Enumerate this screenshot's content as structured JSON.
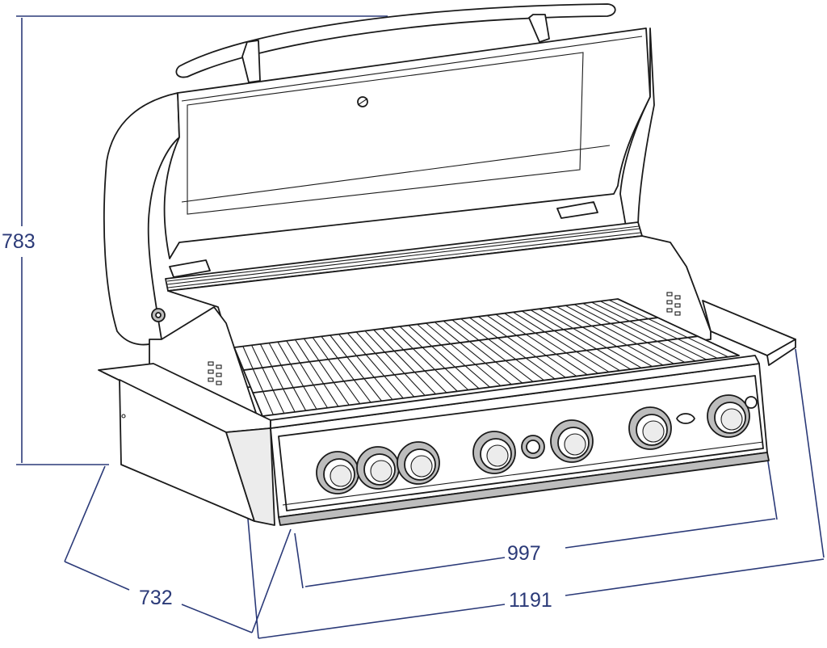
{
  "dimensions": {
    "height": "783",
    "depth": "732",
    "front_width": "997",
    "overall_width": "1191"
  },
  "colors": {
    "dimension_lines": "#2b3a78",
    "outline": "#1a1a1a",
    "background": "#ffffff"
  },
  "knob_count": 7
}
